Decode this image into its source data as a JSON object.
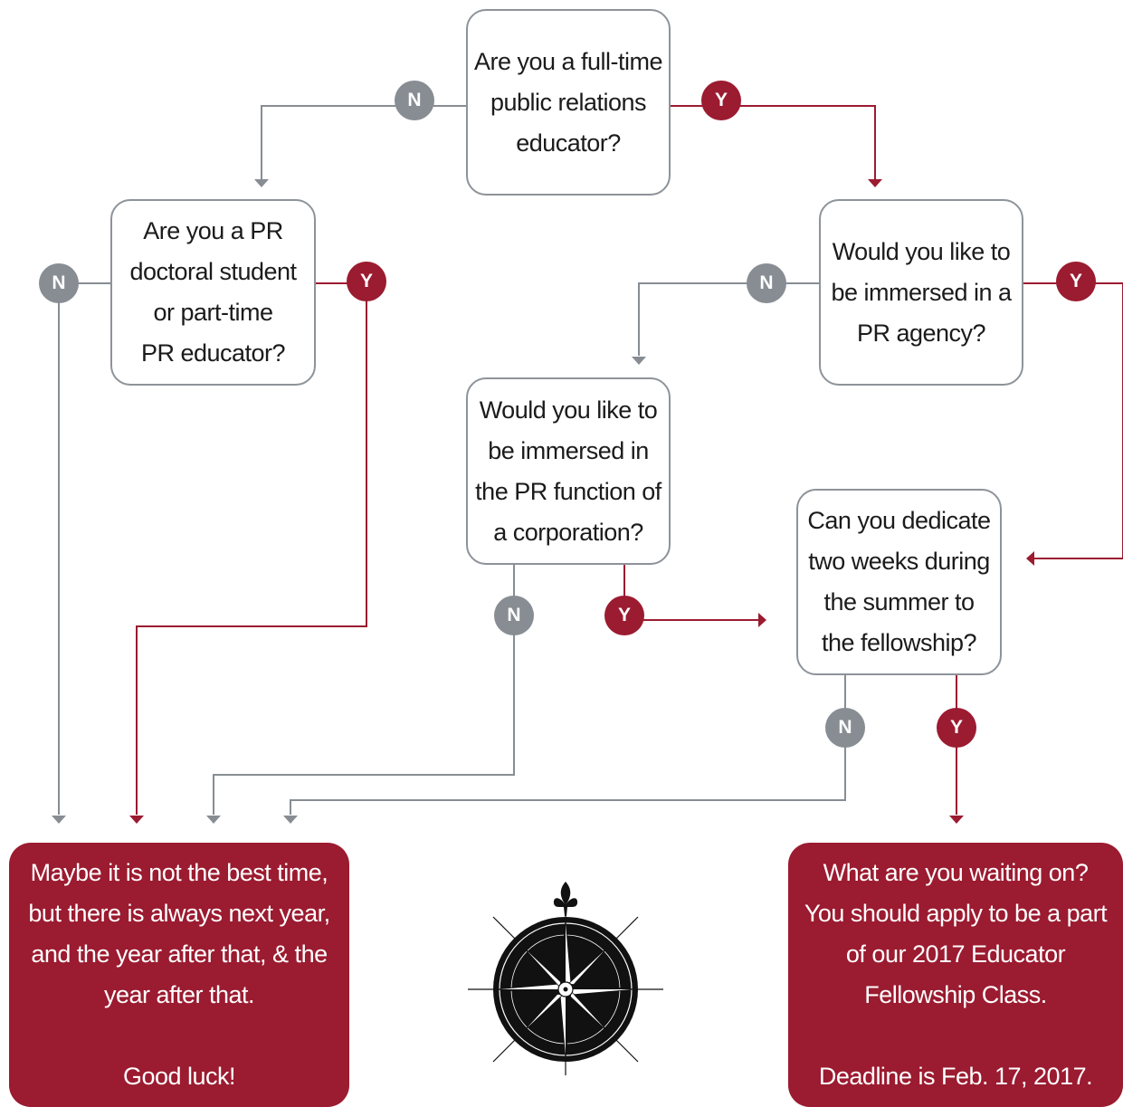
{
  "colors": {
    "no": "#878d93",
    "yes": "#9b1b30",
    "box_border": "#8d9399",
    "outcome_fill": "#9b1b30"
  },
  "questions": {
    "q1": [
      "Are you a full-time",
      "public relations",
      "educator?"
    ],
    "q2": [
      "Are you a PR",
      "doctoral student",
      "or part-time",
      "PR educator?"
    ],
    "q3": [
      "Would you like to",
      "be immersed in a",
      "PR agency?"
    ],
    "q4": [
      "Would you like to",
      "be immersed in",
      "the PR function of",
      "a corporation?"
    ],
    "q5": [
      "Can you dedicate",
      "two weeks during",
      "the summer to",
      "the fellowship?"
    ]
  },
  "outcomes": {
    "not_now": {
      "lines": [
        "Maybe it is not the best time,",
        "but there is always next year,",
        "and the year after that, & the",
        "year after that."
      ],
      "closing": "Good luck!"
    },
    "apply": {
      "lines": [
        "What are you waiting on?",
        "You should apply to be a part",
        "of our 2017 Educator",
        "Fellowship Class."
      ],
      "closing": "Deadline is Feb. 17, 2017."
    }
  },
  "labels": {
    "no": "N",
    "yes": "Y"
  },
  "decoration": {
    "compass": "compass-rose-icon"
  }
}
